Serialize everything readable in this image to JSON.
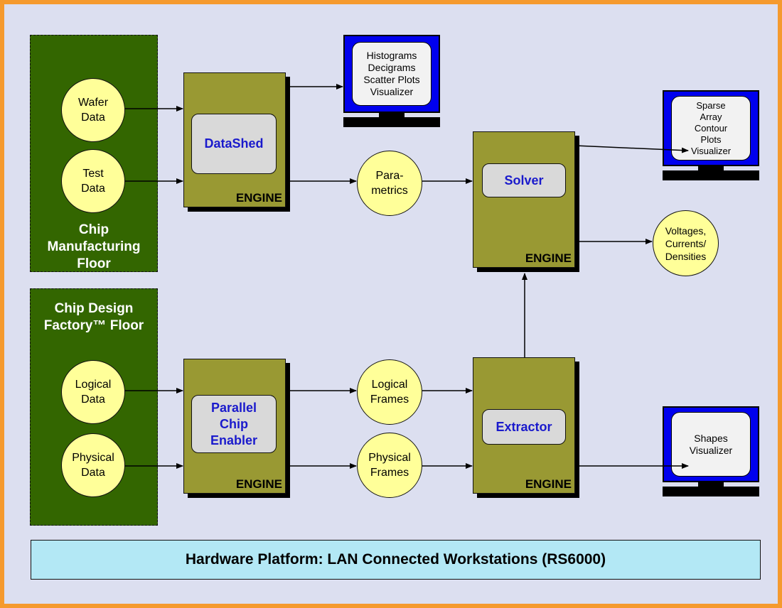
{
  "floors": {
    "manufacturing": "Chip\nManufacturing\nFloor",
    "design": "Chip Design\nFactory™ Floor"
  },
  "inputs": {
    "wafer": "Wafer\nData",
    "test": "Test\nData",
    "logical": "Logical\nData",
    "physical": "Physical\nData"
  },
  "engines": {
    "tag": "ENGINE",
    "datashed": "DataShed",
    "parallel_chip_enabler": "Parallel\nChip\nEnabler",
    "solver": "Solver",
    "extractor": "Extractor"
  },
  "intermediates": {
    "parametrics": "Para-\nmetrics",
    "logical_frames": "Logical\nFrames",
    "physical_frames": "Physical\nFrames"
  },
  "outputs": {
    "histograms_visualizer": "Histograms\nDecigrams\nScatter Plots\nVisualizer",
    "sparse_array_visualizer": "Sparse\nArray\nContour\nPlots\nVisualizer",
    "voltages": "Voltages,\nCurrents/\nDensities",
    "shapes_visualizer": "Shapes\nVisualizer"
  },
  "platform": "Hardware Platform: LAN Connected Workstations (RS6000)",
  "colors": {
    "border_orange": "#f59a2e",
    "background": "#dcdff0",
    "floor_green": "#336600",
    "data_yellow": "#ffff99",
    "engine_olive": "#999933",
    "module_text_blue": "#1a1acc",
    "monitor_blue": "#0000ee",
    "platform_cyan": "#b3e8f5"
  }
}
